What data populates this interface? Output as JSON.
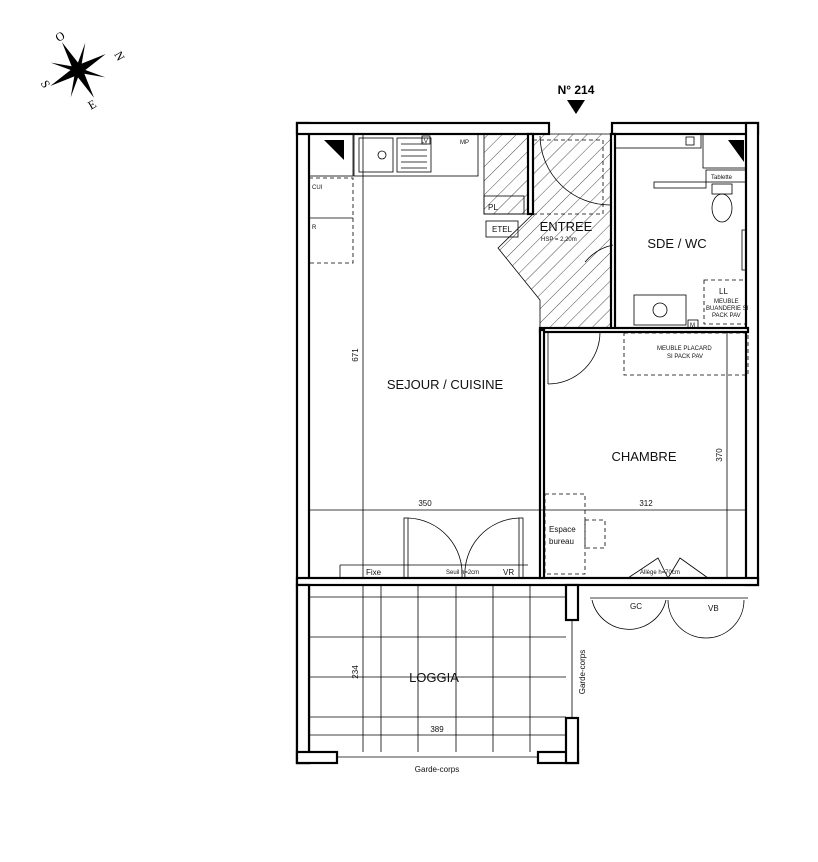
{
  "lot_number": "N° 214",
  "compass": {
    "north": "N",
    "south": "S",
    "east": "E",
    "west": "O"
  },
  "rooms": {
    "entree": "ENTREE",
    "hsp": "HSP = 2,20m",
    "sejour": "SEJOUR / CUISINE",
    "sde": "SDE / WC",
    "chambre": "CHAMBRE",
    "loggia": "LOGGIA"
  },
  "fixtures": {
    "pl": "PL",
    "etel": "ETEL",
    "lv": "LV",
    "mp": "MP",
    "cui": "CUI",
    "r": "R",
    "tablette": "Tablette",
    "ll": "LL",
    "meuble_buanderie_1": "MEUBLE",
    "meuble_buanderie_2": "BUANDERIE SI",
    "meuble_buanderie_3": "PACK PAV",
    "m": "M",
    "meuble_placard_1": "MEUBLE PLACARD",
    "meuble_placard_2": "SI PACK PAV",
    "espace_bureau_1": "Espace",
    "espace_bureau_2": "bureau"
  },
  "openings": {
    "fixe": "Fixe",
    "seuil": "Seuil h=2cm",
    "vr": "VR",
    "allege": "Allège h=70cm",
    "gc": "GC",
    "vb": "VB",
    "garde_corps_right": "Garde-corps",
    "garde_corps_bottom": "Garde-corps"
  },
  "dimensions": {
    "d671": "671",
    "d350": "350",
    "d312": "312",
    "d370": "370",
    "d234": "234",
    "d389": "389"
  }
}
